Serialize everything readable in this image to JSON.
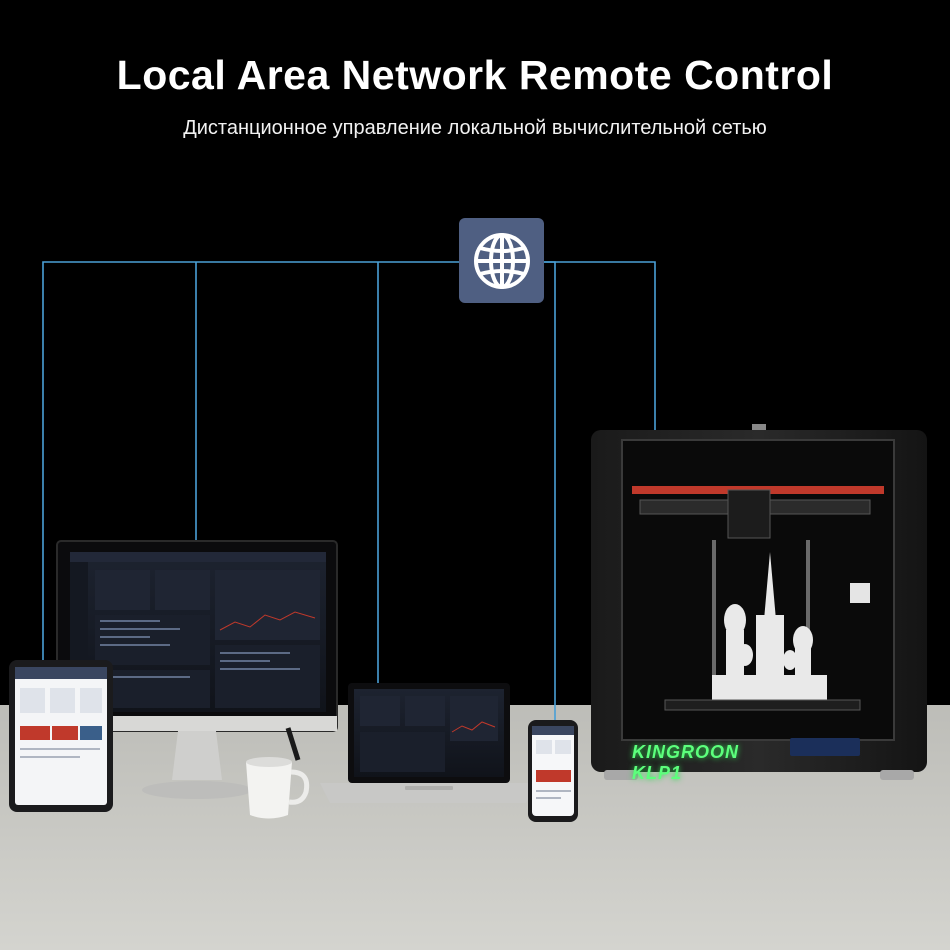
{
  "header": {
    "title": "Local Area Network Remote Control",
    "subtitle": "Дистанционное управление локальной вычислительной сетью"
  },
  "network": {
    "icon": "globe-icon",
    "line_color": "#4a9fd6",
    "badge_color": "#4f5f82"
  },
  "printer": {
    "brand_label": "KINGROON KLP1",
    "brand_color": "#5cff7c"
  },
  "colors": {
    "background": "#000000",
    "floor": "#c9c9c5"
  }
}
